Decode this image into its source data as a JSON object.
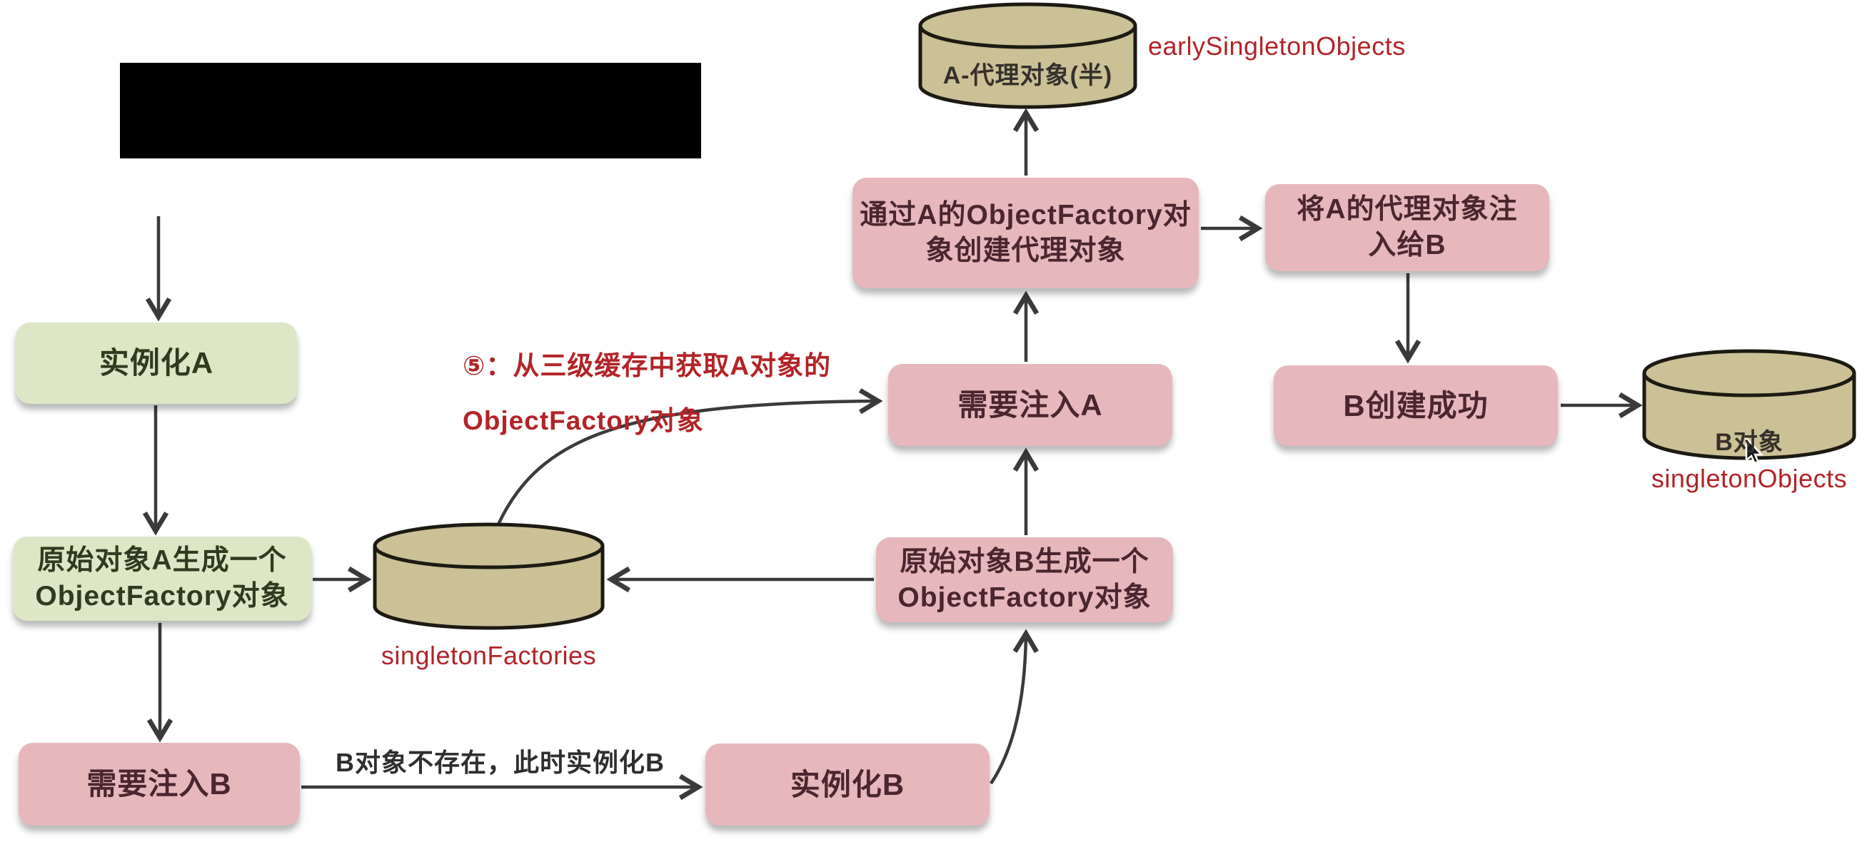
{
  "nodes": {
    "instantiate_a": {
      "label": "实例化A"
    },
    "raw_a_factory": {
      "lines": [
        "原始对象A生成一个",
        "ObjectFactory对象"
      ]
    },
    "need_inject_b": {
      "label": "需要注入B"
    },
    "instantiate_b": {
      "label": "实例化B"
    },
    "raw_b_factory": {
      "lines": [
        "原始对象B生成一个",
        "ObjectFactory对象"
      ]
    },
    "need_inject_a": {
      "label": "需要注入A"
    },
    "create_proxy_via_factory": {
      "lines": [
        "通过A的ObjectFactory对",
        "象创建代理对象"
      ]
    },
    "inject_a_proxy_to_b": {
      "lines": [
        "将A的代理对象注",
        "入给B"
      ]
    },
    "b_created": {
      "label": "B创建成功"
    }
  },
  "cylinders": {
    "cyl_early": {
      "label": "A-代理对象(半)",
      "cache_name": "earlySingletonObjects"
    },
    "cyl_factories": {
      "cache_name": "singletonFactories"
    },
    "cyl_objects": {
      "label": "B对象",
      "cache_name": "singletonObjects"
    }
  },
  "annotations": {
    "step5": {
      "lines": [
        "⑤：从三级缓存中获取A对象的",
        "ObjectFactory对象"
      ]
    },
    "edge_b_missing": "B对象不存在，此时实例化B"
  },
  "colors": {
    "box_pink": "#e6b8bc",
    "box_green": "#dde7c5",
    "cylinder_fill": "#cbc096",
    "cylinder_outline": "#1c1a12",
    "arrow": "#3a3a3a",
    "red_label": "#b22428",
    "pink_box_text": "#4a272e",
    "green_box_text": "#2f3b21"
  }
}
